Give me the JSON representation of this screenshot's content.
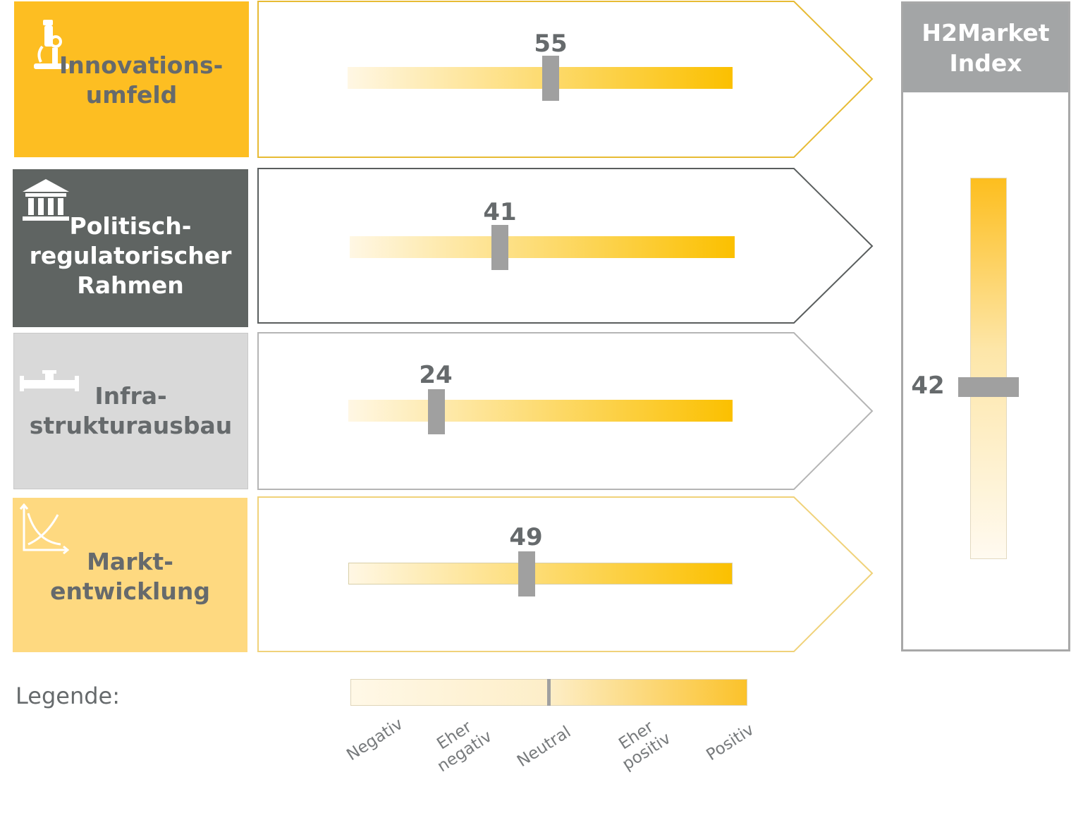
{
  "colors": {
    "innovation": "#fdbe22",
    "political": "#5f6462",
    "infrastructure": "#d9d9d9",
    "market": "#fed980",
    "handle": "#a0a0a0",
    "value_text": "#666a6c",
    "gradient_start": "#fff8e7",
    "gradient_end": "#fdbe1e"
  },
  "categories": [
    {
      "label_line1": "Innovations-",
      "label_line2": "umfeld",
      "label_line3": "",
      "icon": "microscope-icon",
      "score": 55
    },
    {
      "label_line1": "Politisch-",
      "label_line2": "regulatorischer",
      "label_line3": "Rahmen",
      "icon": "government-building-icon",
      "score": 41
    },
    {
      "label_line1": "Infra-",
      "label_line2": "strukturausbau",
      "label_line3": "",
      "icon": "pipeline-icon",
      "score": 24
    },
    {
      "label_line1": "Markt-",
      "label_line2": "entwicklung",
      "label_line3": "",
      "icon": "market-curves-icon",
      "score": 49
    }
  ],
  "index": {
    "title_line1": "H2Market",
    "title_line2": "Index",
    "score": 42
  },
  "legend": {
    "label": "Legende:",
    "items": [
      {
        "line1": "Negativ",
        "line2": ""
      },
      {
        "line1": "Eher",
        "line2": "negativ"
      },
      {
        "line1": "Neutral",
        "line2": ""
      },
      {
        "line1": "Eher",
        "line2": "positiv"
      },
      {
        "line1": "Positiv",
        "line2": ""
      }
    ]
  }
}
